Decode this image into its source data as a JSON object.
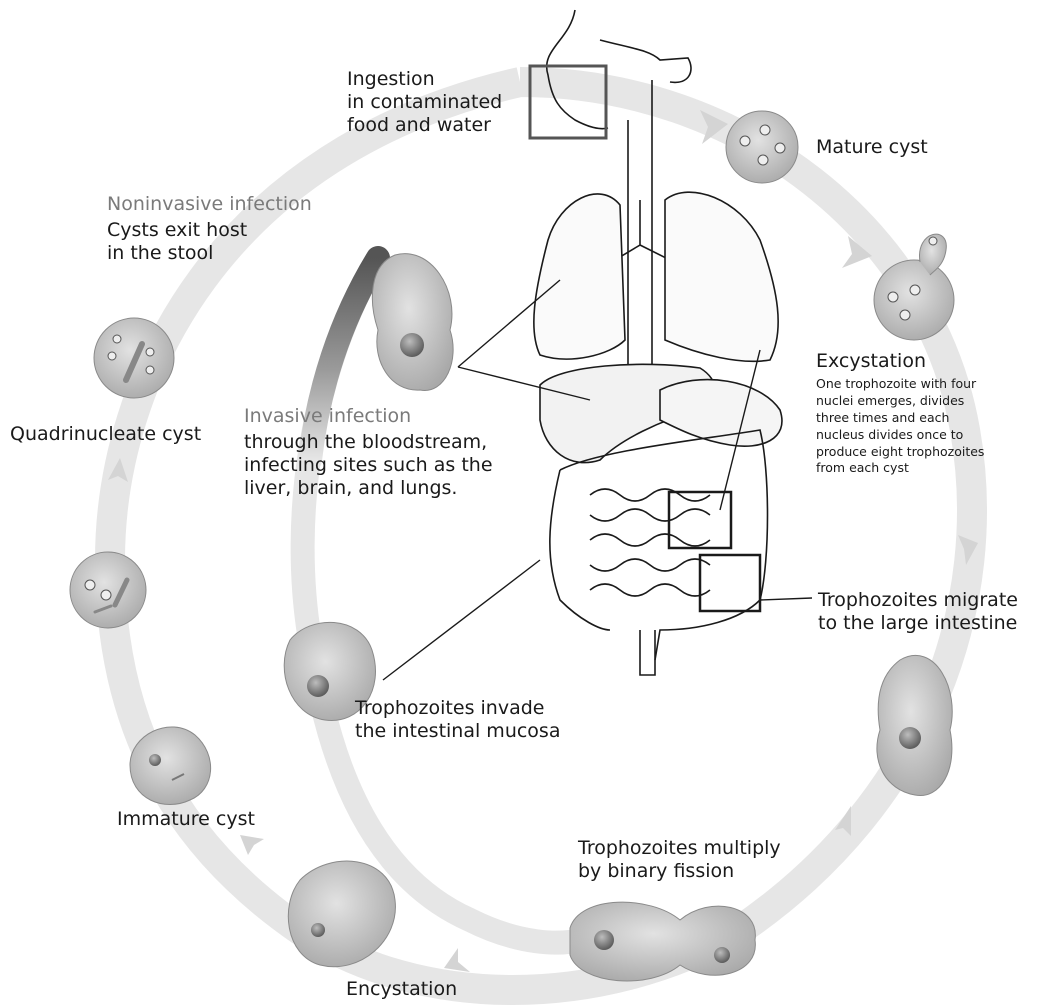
{
  "labels": {
    "ingestion": [
      "Ingestion",
      "in contaminated",
      "food and water"
    ],
    "mature_cyst": "Mature cyst",
    "noninvasive_title": "Noninvasive infection",
    "noninvasive_body": [
      "Cysts exit host",
      "in the stool"
    ],
    "quadrinucleate_cyst": "Quadrinucleate cyst",
    "invasive_title": "Invasive infection",
    "invasive_body": [
      "through the bloodstream,",
      "infecting sites such as the",
      "liver, brain, and lungs."
    ],
    "excystation_title": "Excystation",
    "excystation_body": [
      "One trophozoite with four",
      "nuclei emerges, divides",
      "three times and each",
      "nucleus divides once to",
      "produce eight trophozoites",
      "from each cyst"
    ],
    "migrate": [
      "Trophozoites  migrate",
      "to the large intestine"
    ],
    "invade": [
      "Trophozoites invade",
      "the intestinal mucosa"
    ],
    "immature_cyst": "Immature cyst",
    "multiply": [
      "Trophozoites multiply",
      "by binary fission"
    ],
    "encystation": "Encystation"
  },
  "colors": {
    "cycle_arrow": "#e6e6e6",
    "organism_fill": "#c9c9c9",
    "organism_stroke": "#8a8a8a",
    "outline": "#1a1a1a",
    "grey_text": "#7a7a7a"
  }
}
